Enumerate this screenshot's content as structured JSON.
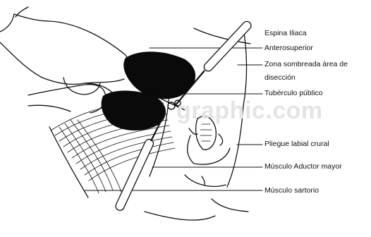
{
  "labels": {
    "espina_line1": "Espina Iliaca",
    "espina_line2": "Anterosuperior",
    "zona_line1": "Zona sombreada área de",
    "zona_line2": "disección",
    "tuberculo": "Tubérculo público",
    "pliegue": "Pliegue labial crural",
    "aductor": "Músculo Aductor mayor",
    "sartorio": "Músculo sartorio"
  },
  "watermark": "graphic.com",
  "colors": {
    "ink": "#111111",
    "shade": "#0a0a0a",
    "watermark": "#e4e4e4"
  }
}
